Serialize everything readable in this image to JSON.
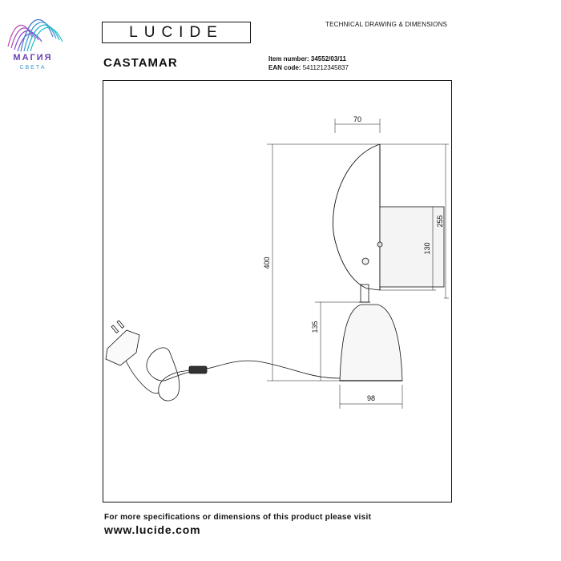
{
  "watermark": {
    "name": "МАГИЯ",
    "sub": "СВЕТА"
  },
  "header": {
    "brand": "LUCIDE",
    "doc_title": "TECHNICAL DRAWING & DIMENSIONS",
    "product_name": "CASTAMAR",
    "item_label": "Item number:",
    "item_value": "34552/03/11",
    "ean_label": "EAN code:",
    "ean_value": "5411212345837"
  },
  "dimensions": {
    "shade_depth": "70",
    "total_height": "400",
    "head_height": "255",
    "mount_height": "130",
    "base_height": "135",
    "base_diameter": "98"
  },
  "footer": {
    "note": "For more specifications or dimensions of this product please visit",
    "url": "www.lucide.com"
  },
  "colors": {
    "line": "#111111",
    "watermark_purple": "#6a3fb0",
    "watermark_blue": "#3a9ad0"
  }
}
